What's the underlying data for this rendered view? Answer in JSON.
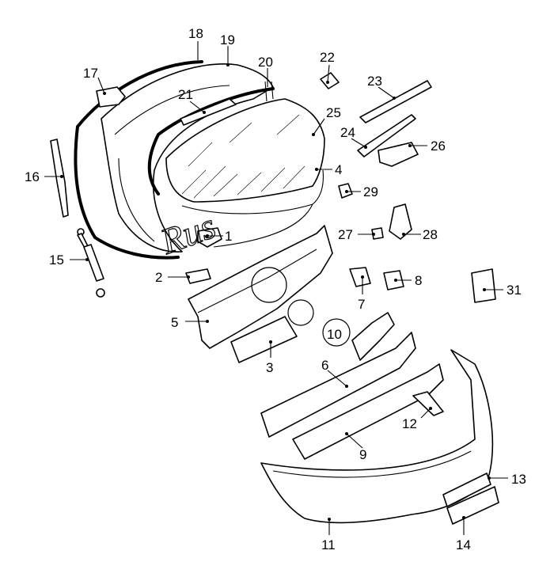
{
  "callouts": {
    "c1": "1",
    "c2": "2",
    "c3": "3",
    "c4": "4",
    "c5": "5",
    "c6": "6",
    "c7": "7",
    "c8": "8",
    "c9": "9",
    "c10": "10",
    "c11": "11",
    "c12": "12",
    "c13": "13",
    "c14": "14",
    "c15": "15",
    "c16": "16",
    "c17": "17",
    "c18": "18",
    "c19": "19",
    "c20": "20",
    "c21": "21",
    "c22": "22",
    "c23": "23",
    "c24": "24",
    "c25": "25",
    "c26": "26",
    "c27": "27",
    "c28": "28",
    "c29": "29",
    "c31": "31"
  },
  "watermark": {
    "text": "Rus"
  },
  "colors": {
    "line": "#000000",
    "background": "#ffffff"
  }
}
